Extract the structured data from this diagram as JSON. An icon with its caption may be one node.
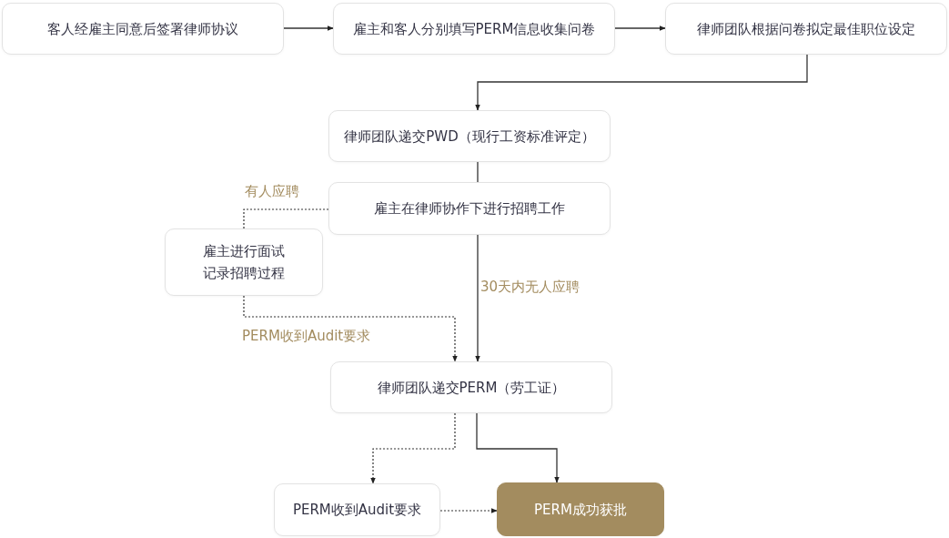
{
  "diagram": {
    "nodes": [
      {
        "text": [
          "客人经雇主同意后签署律师协议"
        ]
      },
      {
        "text": [
          "雇主和客人分别填写PERM信息收集问卷"
        ]
      },
      {
        "text": [
          "律师团队根据问卷拟定最佳职位设定"
        ]
      },
      {
        "text": [
          "律师团队递交PWD（现行工资标准评定）"
        ]
      },
      {
        "text": [
          "雇主在律师协作下进行招聘工作"
        ]
      },
      {
        "text": [
          "雇主进行面试记录招聘过程"
        ]
      },
      {
        "text": [
          "律师团队递交PERM（劳工证）"
        ]
      },
      {
        "text": [
          "PERM收到Audit要求"
        ]
      },
      {
        "text": [
          "PERM成功获批"
        ]
      }
    ],
    "edges": [
      {
        "from": 0,
        "to": 1,
        "arrow": "to"
      },
      {
        "from": 1,
        "to": 2,
        "arrow": "to"
      },
      {
        "from": 2,
        "to": 3,
        "arrow": "to"
      },
      {
        "from": 3,
        "to": 4,
        "arrow": "none"
      },
      {
        "from": 4,
        "to": 5,
        "arrow": "none",
        "label": "有人应聘",
        "style": "dashed"
      },
      {
        "from": 4,
        "to": 6,
        "arrow": "to",
        "label": "30天内无人应聘"
      },
      {
        "from": 5,
        "to": 6,
        "arrow": "to",
        "label": "PERM收到Audit要求",
        "style": "dashed"
      },
      {
        "from": 6,
        "to": 7,
        "arrow": "to",
        "style": "dashed"
      },
      {
        "from": 6,
        "to": 8,
        "arrow": "to"
      },
      {
        "from": 7,
        "to": 8,
        "arrow": "to",
        "style": "dashed"
      }
    ]
  }
}
